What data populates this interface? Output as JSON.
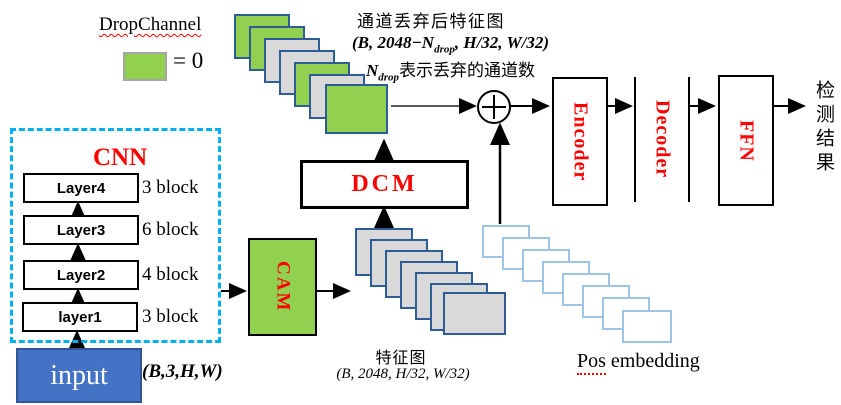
{
  "colors": {
    "green": "#92d050",
    "gray": "#d9d9d9",
    "white": "#ffffff",
    "stack_border": "#2e5c94",
    "pos_border": "#9dc3e6",
    "dashed_cyan": "#00b0f0",
    "input_blue": "#4472c4",
    "accent_red": "#ff0000"
  },
  "legend": {
    "title": "DropChannel",
    "value": "= 0"
  },
  "top_annotation": {
    "line1": "通道丢弃后特征图",
    "line2_pre": "(B, 2048−N",
    "line2_sub": "drop",
    "line2_post": ", H/32, W/32)",
    "line3_pre": "N",
    "line3_sub": "drop",
    "line3_post": "表示丢弃的通道数"
  },
  "cnn": {
    "title": "CNN",
    "layers": [
      {
        "name": "Layer4",
        "blocks": "3 block"
      },
      {
        "name": "Layer3",
        "blocks": "6 block"
      },
      {
        "name": "Layer2",
        "blocks": "4 block"
      },
      {
        "name": "layer1",
        "blocks": "3 block"
      }
    ]
  },
  "input": {
    "label": "input",
    "shape": "(B,3,H,W)"
  },
  "cam": {
    "label": "CAM"
  },
  "dcm": {
    "label": "DCM"
  },
  "feature_map": {
    "label": "特征图",
    "shape": "(B, 2048, H/32, W/32)"
  },
  "pos_embedding": {
    "word": "Pos",
    "rest": " embedding"
  },
  "pipeline": {
    "add_icon": "circled-plus",
    "encoder": "Encoder",
    "decoder": "Decoder",
    "ffn": "FFN",
    "output": "检测结果"
  },
  "stacks": {
    "dropped_feature_maps": {
      "fills": [
        "green",
        "green",
        "gray",
        "gray",
        "green",
        "gray",
        "green"
      ]
    },
    "feature_maps": {
      "count": 7,
      "fill": "gray"
    },
    "pos_embeddings": {
      "count": 8,
      "fill": "white"
    }
  }
}
